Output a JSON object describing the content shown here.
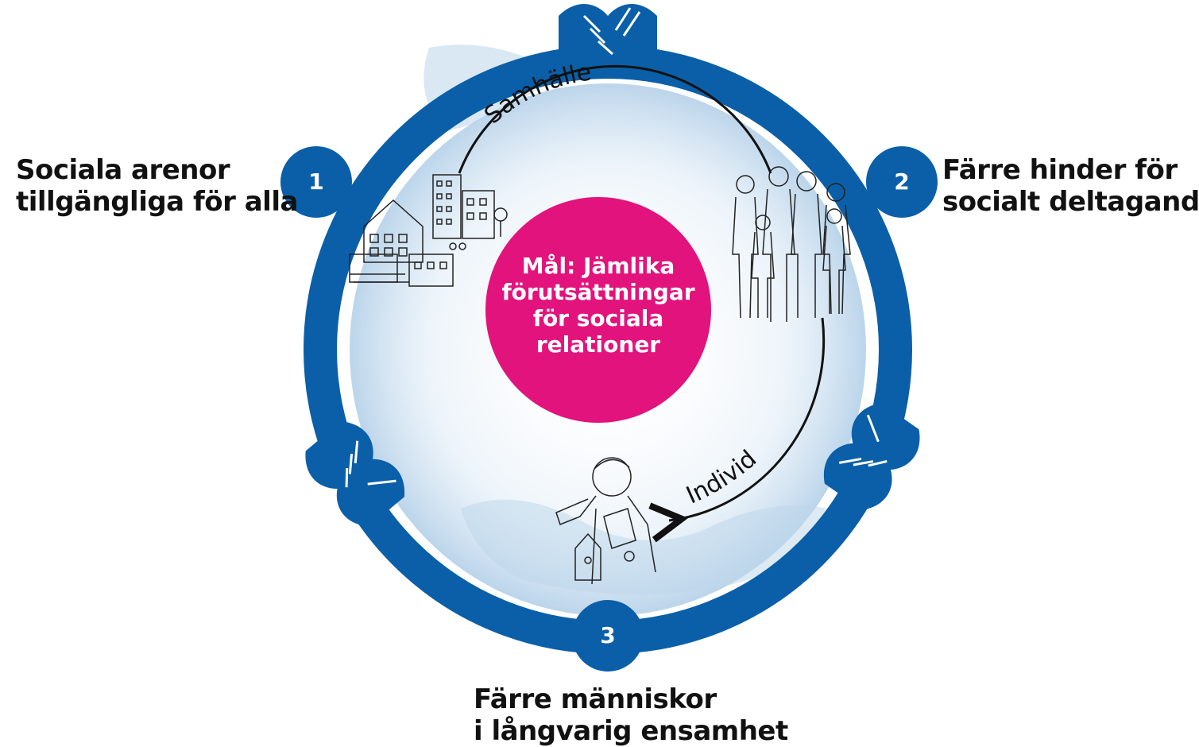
{
  "colors": {
    "ring": "#0a5fa8",
    "center": "#e2137c",
    "wash": "#bcd6ea",
    "text": "#111111",
    "arrow": "#111111"
  },
  "center": {
    "lines": [
      "Mål: Jämlika",
      "förutsättningar",
      "för sociala",
      "relationer"
    ]
  },
  "arcs": {
    "top_label": "Samhälle",
    "right_label": "Individ"
  },
  "badges": [
    {
      "number": "1",
      "lines": [
        "Sociala arenor",
        "tillgängliga för alla"
      ]
    },
    {
      "number": "2",
      "lines": [
        "Färre hinder för",
        "socialt deltagande"
      ]
    },
    {
      "number": "3",
      "lines": [
        "Färre människor",
        "i långvarig ensamhet"
      ]
    }
  ],
  "icons": [
    "handshake-icon-top",
    "handshake-icon-right",
    "handshake-icon-left",
    "neighborhood-sketch",
    "people-group-sketch",
    "child-birdhouse-sketch"
  ]
}
